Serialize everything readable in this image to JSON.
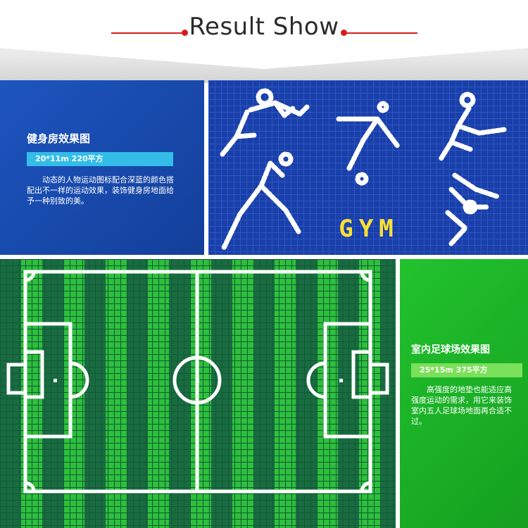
{
  "header": {
    "title": "Result Show"
  },
  "gym": {
    "title": "健身房效果图",
    "size": "20*11m 220平方",
    "desc": "动态的人物运动图标配合深蓝的颜色搭配出不一样的运动效果，装饰健身房地面给予一种别致的美。",
    "floor_text": "GYM"
  },
  "soccer": {
    "title": "室内足球场效果图",
    "size": "25*15m 375平方",
    "desc": "高强度的地垫也能适应高强度运动的需求，用它来装饰室内五人足球场地面再合适不过。"
  },
  "colors": {
    "accent_red": "#d81c1c",
    "gym_blue": "#1a47b3",
    "badge_cyan": "#33bde8",
    "soccer_green": "#1faa2a",
    "badge_lightgreen": "#7be05a",
    "gym_text_yellow": "#ffe033"
  },
  "icons": [
    "runner-icon",
    "kicker-icon",
    "high-kick-icon",
    "throw-icon",
    "sprinter-icon"
  ]
}
